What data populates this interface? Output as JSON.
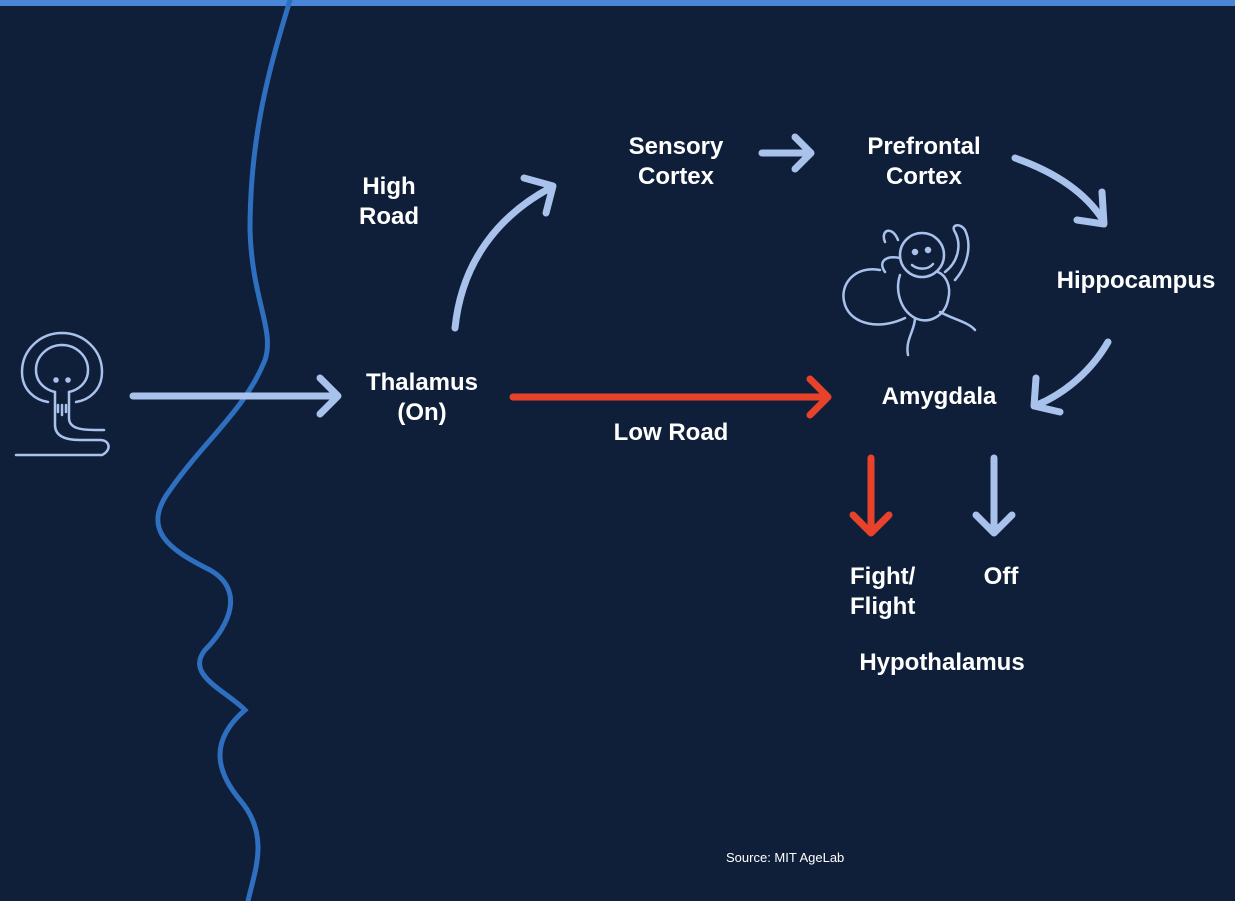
{
  "colors": {
    "background": "#0f1f3a",
    "top_bar": "#4a86d8",
    "face_outline": "#2f6fbf",
    "pale_arrow": "#a9c2ec",
    "red_arrow": "#e8432a",
    "icon_stroke": "#a9c2ec"
  },
  "icons": {
    "snake": "snake-icon",
    "monkey": "monkey-icon"
  },
  "labels": {
    "high_road": [
      "High",
      "Road"
    ],
    "sensory_cortex": [
      "Sensory",
      "Cortex"
    ],
    "prefrontal_cortex": [
      "Prefrontal",
      "Cortex"
    ],
    "hippocampus": "Hippocampus",
    "thalamus": [
      "Thalamus",
      "(On)"
    ],
    "low_road": "Low Road",
    "amygdala": "Amygdala",
    "fight_flight": [
      "Fight/",
      "Flight"
    ],
    "off": "Off",
    "hypothalamus": "Hypothalamus"
  },
  "source": "Source: MIT AgeLab"
}
